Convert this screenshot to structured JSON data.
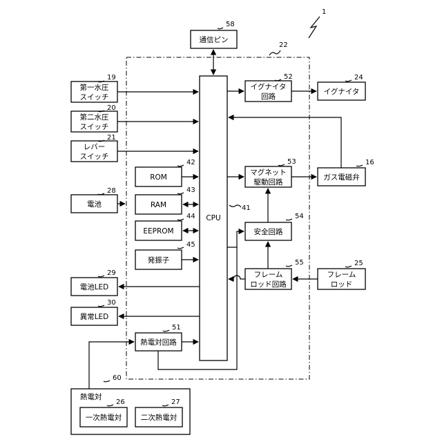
{
  "figure_ref": "1",
  "frame_ref": "22",
  "components": {
    "comm_pin": {
      "label": "通信ピン",
      "ref": "58"
    },
    "sw1": {
      "lines": [
        "第一水圧",
        "スイッチ"
      ],
      "ref": "19"
    },
    "sw2": {
      "lines": [
        "第二水圧",
        "スイッチ"
      ],
      "ref": "20"
    },
    "sw3": {
      "lines": [
        "レバー",
        "スイッチ"
      ],
      "ref": "21"
    },
    "battery": {
      "label": "電池",
      "ref": "28"
    },
    "battery_led": {
      "label": "電池LED",
      "ref": "29"
    },
    "abnormal_led": {
      "label": "異常LED",
      "ref": "30"
    },
    "rom": {
      "label": "ROM",
      "ref": "42"
    },
    "ram": {
      "label": "RAM",
      "ref": "43"
    },
    "eeprom": {
      "label": "EEPROM",
      "ref": "44"
    },
    "oscillator": {
      "label": "発振子",
      "ref": "45"
    },
    "cpu": {
      "label": "CPU",
      "ref": "41"
    },
    "ign_circuit": {
      "lines": [
        "イグナイタ",
        "回路"
      ],
      "ref": "52"
    },
    "igniter": {
      "label": "イグナイタ",
      "ref": "24"
    },
    "mag_circuit": {
      "lines": [
        "マグネット",
        "駆動回路"
      ],
      "ref": "53"
    },
    "gas_valve": {
      "label": "ガス電磁弁",
      "ref": "16"
    },
    "safety": {
      "label": "安全回路",
      "ref": "54"
    },
    "flame_circuit": {
      "lines": [
        "フレーム",
        "ロッド回路"
      ],
      "ref": "55"
    },
    "flame_rod": {
      "lines": [
        "フレーム",
        "ロッド"
      ],
      "ref": "25"
    },
    "tc_circuit": {
      "label": "熱電対回路",
      "ref": "51"
    },
    "thermocouple": {
      "label": "熱電対",
      "ref": "60"
    },
    "tc1": {
      "label": "一次熱電対",
      "ref": "26"
    },
    "tc2": {
      "label": "二次熱電対",
      "ref": "27"
    }
  }
}
